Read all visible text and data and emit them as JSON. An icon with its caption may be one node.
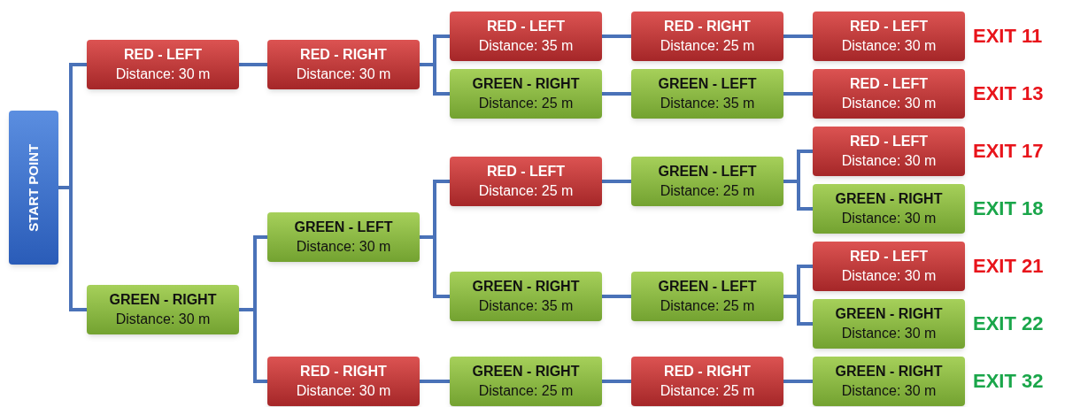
{
  "diagram": {
    "nodes": [
      {
        "text": [
          "START POINT"
        ]
      },
      {
        "text": [
          "RED - LEFT",
          "Distance: 30 m"
        ]
      },
      {
        "text": [
          "RED - RIGHT",
          "Distance: 30 m"
        ]
      },
      {
        "text": [
          "RED - LEFT",
          "Distance: 35 m"
        ]
      },
      {
        "text": [
          "RED - RIGHT",
          "Distance: 25 m"
        ]
      },
      {
        "text": [
          "RED - LEFT",
          "Distance: 30 m"
        ],
        "beside": [
          "EXIT 11"
        ]
      },
      {
        "text": [
          "GREEN - RIGHT",
          "Distance: 25 m"
        ]
      },
      {
        "text": [
          "GREEN - LEFT",
          "Distance: 35 m"
        ]
      },
      {
        "text": [
          "RED - LEFT",
          "Distance: 30 m"
        ],
        "beside": [
          "EXIT 13"
        ]
      },
      {
        "text": [
          "GREEN - LEFT",
          "Distance: 30 m"
        ]
      },
      {
        "text": [
          "RED - LEFT",
          "Distance: 25 m"
        ]
      },
      {
        "text": [
          "GREEN - LEFT",
          "Distance: 25 m"
        ]
      },
      {
        "text": [
          "RED - LEFT",
          "Distance: 30 m"
        ],
        "beside": [
          "EXIT 17"
        ]
      },
      {
        "text": [
          "GREEN - RIGHT",
          "Distance: 30 m"
        ],
        "beside": [
          "EXIT 18"
        ]
      },
      {
        "text": [
          "GREEN - RIGHT",
          "Distance: 35 m"
        ]
      },
      {
        "text": [
          "GREEN - LEFT",
          "Distance: 25 m"
        ]
      },
      {
        "text": [
          "RED - LEFT",
          "Distance: 30 m"
        ],
        "beside": [
          "EXIT 21"
        ]
      },
      {
        "text": [
          "GREEN - RIGHT",
          "Distance: 30 m"
        ],
        "beside": [
          "EXIT 22"
        ]
      },
      {
        "text": [
          "GREEN - RIGHT",
          "Distance: 30 m"
        ]
      },
      {
        "text": [
          "RED - RIGHT",
          "Distance: 30 m"
        ]
      },
      {
        "text": [
          "GREEN - RIGHT",
          "Distance: 25 m"
        ]
      },
      {
        "text": [
          "RED - RIGHT",
          "Distance: 25 m"
        ]
      },
      {
        "text": [
          "GREEN - RIGHT",
          "Distance: 30 m"
        ],
        "beside": [
          "EXIT 32"
        ]
      }
    ],
    "edges": [
      {
        "from": 0,
        "to": 1,
        "arrow": "none"
      },
      {
        "from": 0,
        "to": 18,
        "arrow": "none"
      },
      {
        "from": 1,
        "to": 2,
        "arrow": "none"
      },
      {
        "from": 2,
        "to": 3,
        "arrow": "none"
      },
      {
        "from": 2,
        "to": 6,
        "arrow": "none"
      },
      {
        "from": 3,
        "to": 4,
        "arrow": "none"
      },
      {
        "from": 4,
        "to": 5,
        "arrow": "none"
      },
      {
        "from": 6,
        "to": 7,
        "arrow": "none"
      },
      {
        "from": 7,
        "to": 8,
        "arrow": "none"
      },
      {
        "from": 18,
        "to": 9,
        "arrow": "none"
      },
      {
        "from": 18,
        "to": 19,
        "arrow": "none"
      },
      {
        "from": 9,
        "to": 10,
        "arrow": "none"
      },
      {
        "from": 9,
        "to": 14,
        "arrow": "none"
      },
      {
        "from": 10,
        "to": 11,
        "arrow": "none"
      },
      {
        "from": 11,
        "to": 12,
        "arrow": "none"
      },
      {
        "from": 11,
        "to": 13,
        "arrow": "none"
      },
      {
        "from": 14,
        "to": 15,
        "arrow": "none"
      },
      {
        "from": 15,
        "to": 16,
        "arrow": "none"
      },
      {
        "from": 15,
        "to": 17,
        "arrow": "none"
      },
      {
        "from": 19,
        "to": 20,
        "arrow": "none"
      },
      {
        "from": 20,
        "to": 21,
        "arrow": "none"
      },
      {
        "from": 21,
        "to": 22,
        "arrow": "none"
      }
    ]
  }
}
